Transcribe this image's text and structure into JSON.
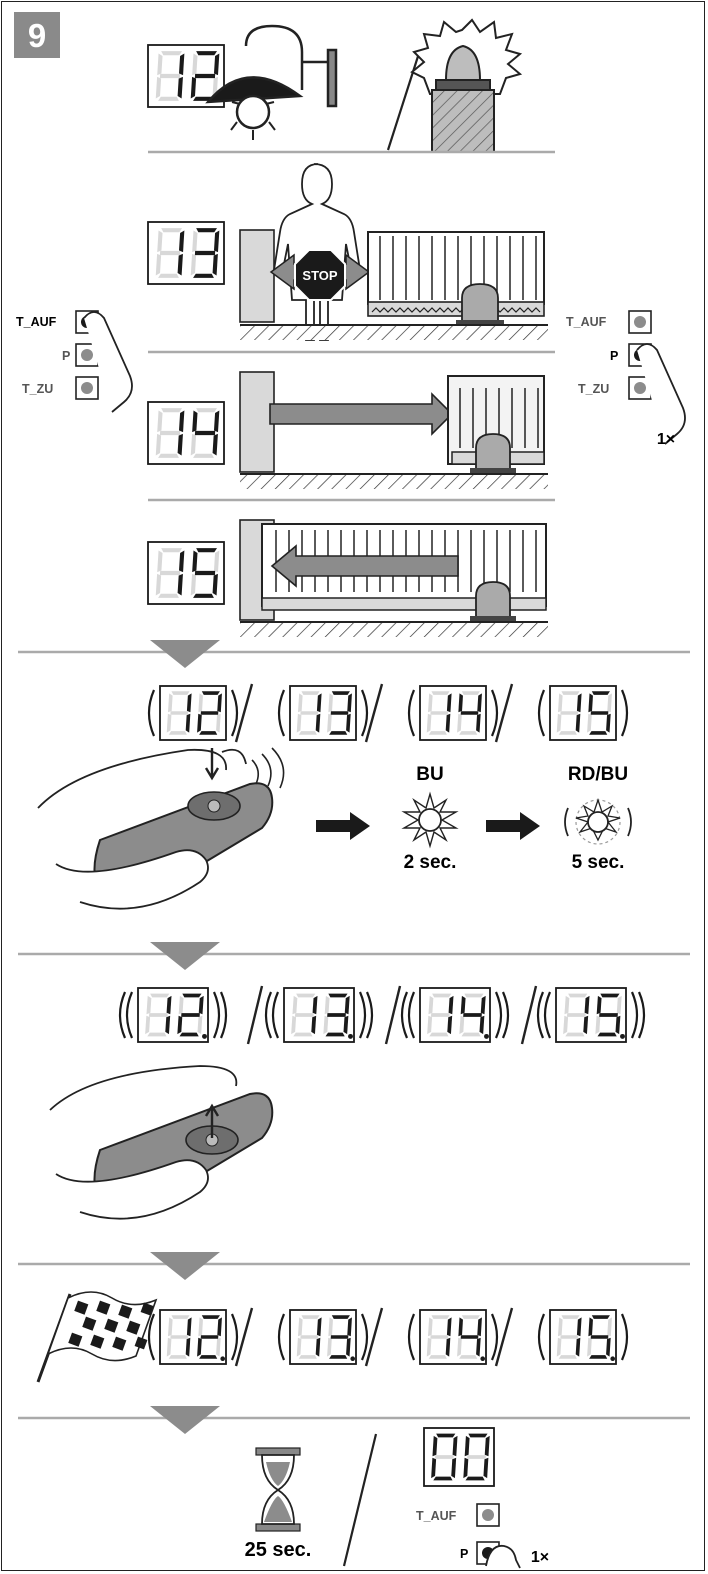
{
  "step_badge": "9",
  "displays": {
    "d12": "12",
    "d13": "13",
    "d14": "14",
    "d15": "15",
    "d00": "00"
  },
  "stop_sign": "STOP",
  "buttons": {
    "t_auf": "T_AUF",
    "p": "P",
    "t_zu": "T_ZU",
    "press_count": "1×"
  },
  "remote_sequence": {
    "first_color": "BU",
    "first_duration": "2 sec.",
    "second_color": "RD/BU",
    "second_duration": "5 sec."
  },
  "separator": "/",
  "timeout": "25 sec.",
  "colors": {
    "badge_bg": "#8a8a8a",
    "segment_on": "#1a1a1a",
    "segment_off": "#d8d8d8",
    "arrow_fill": "#8c8c8c",
    "panel_gray": "#d9d9d9"
  }
}
